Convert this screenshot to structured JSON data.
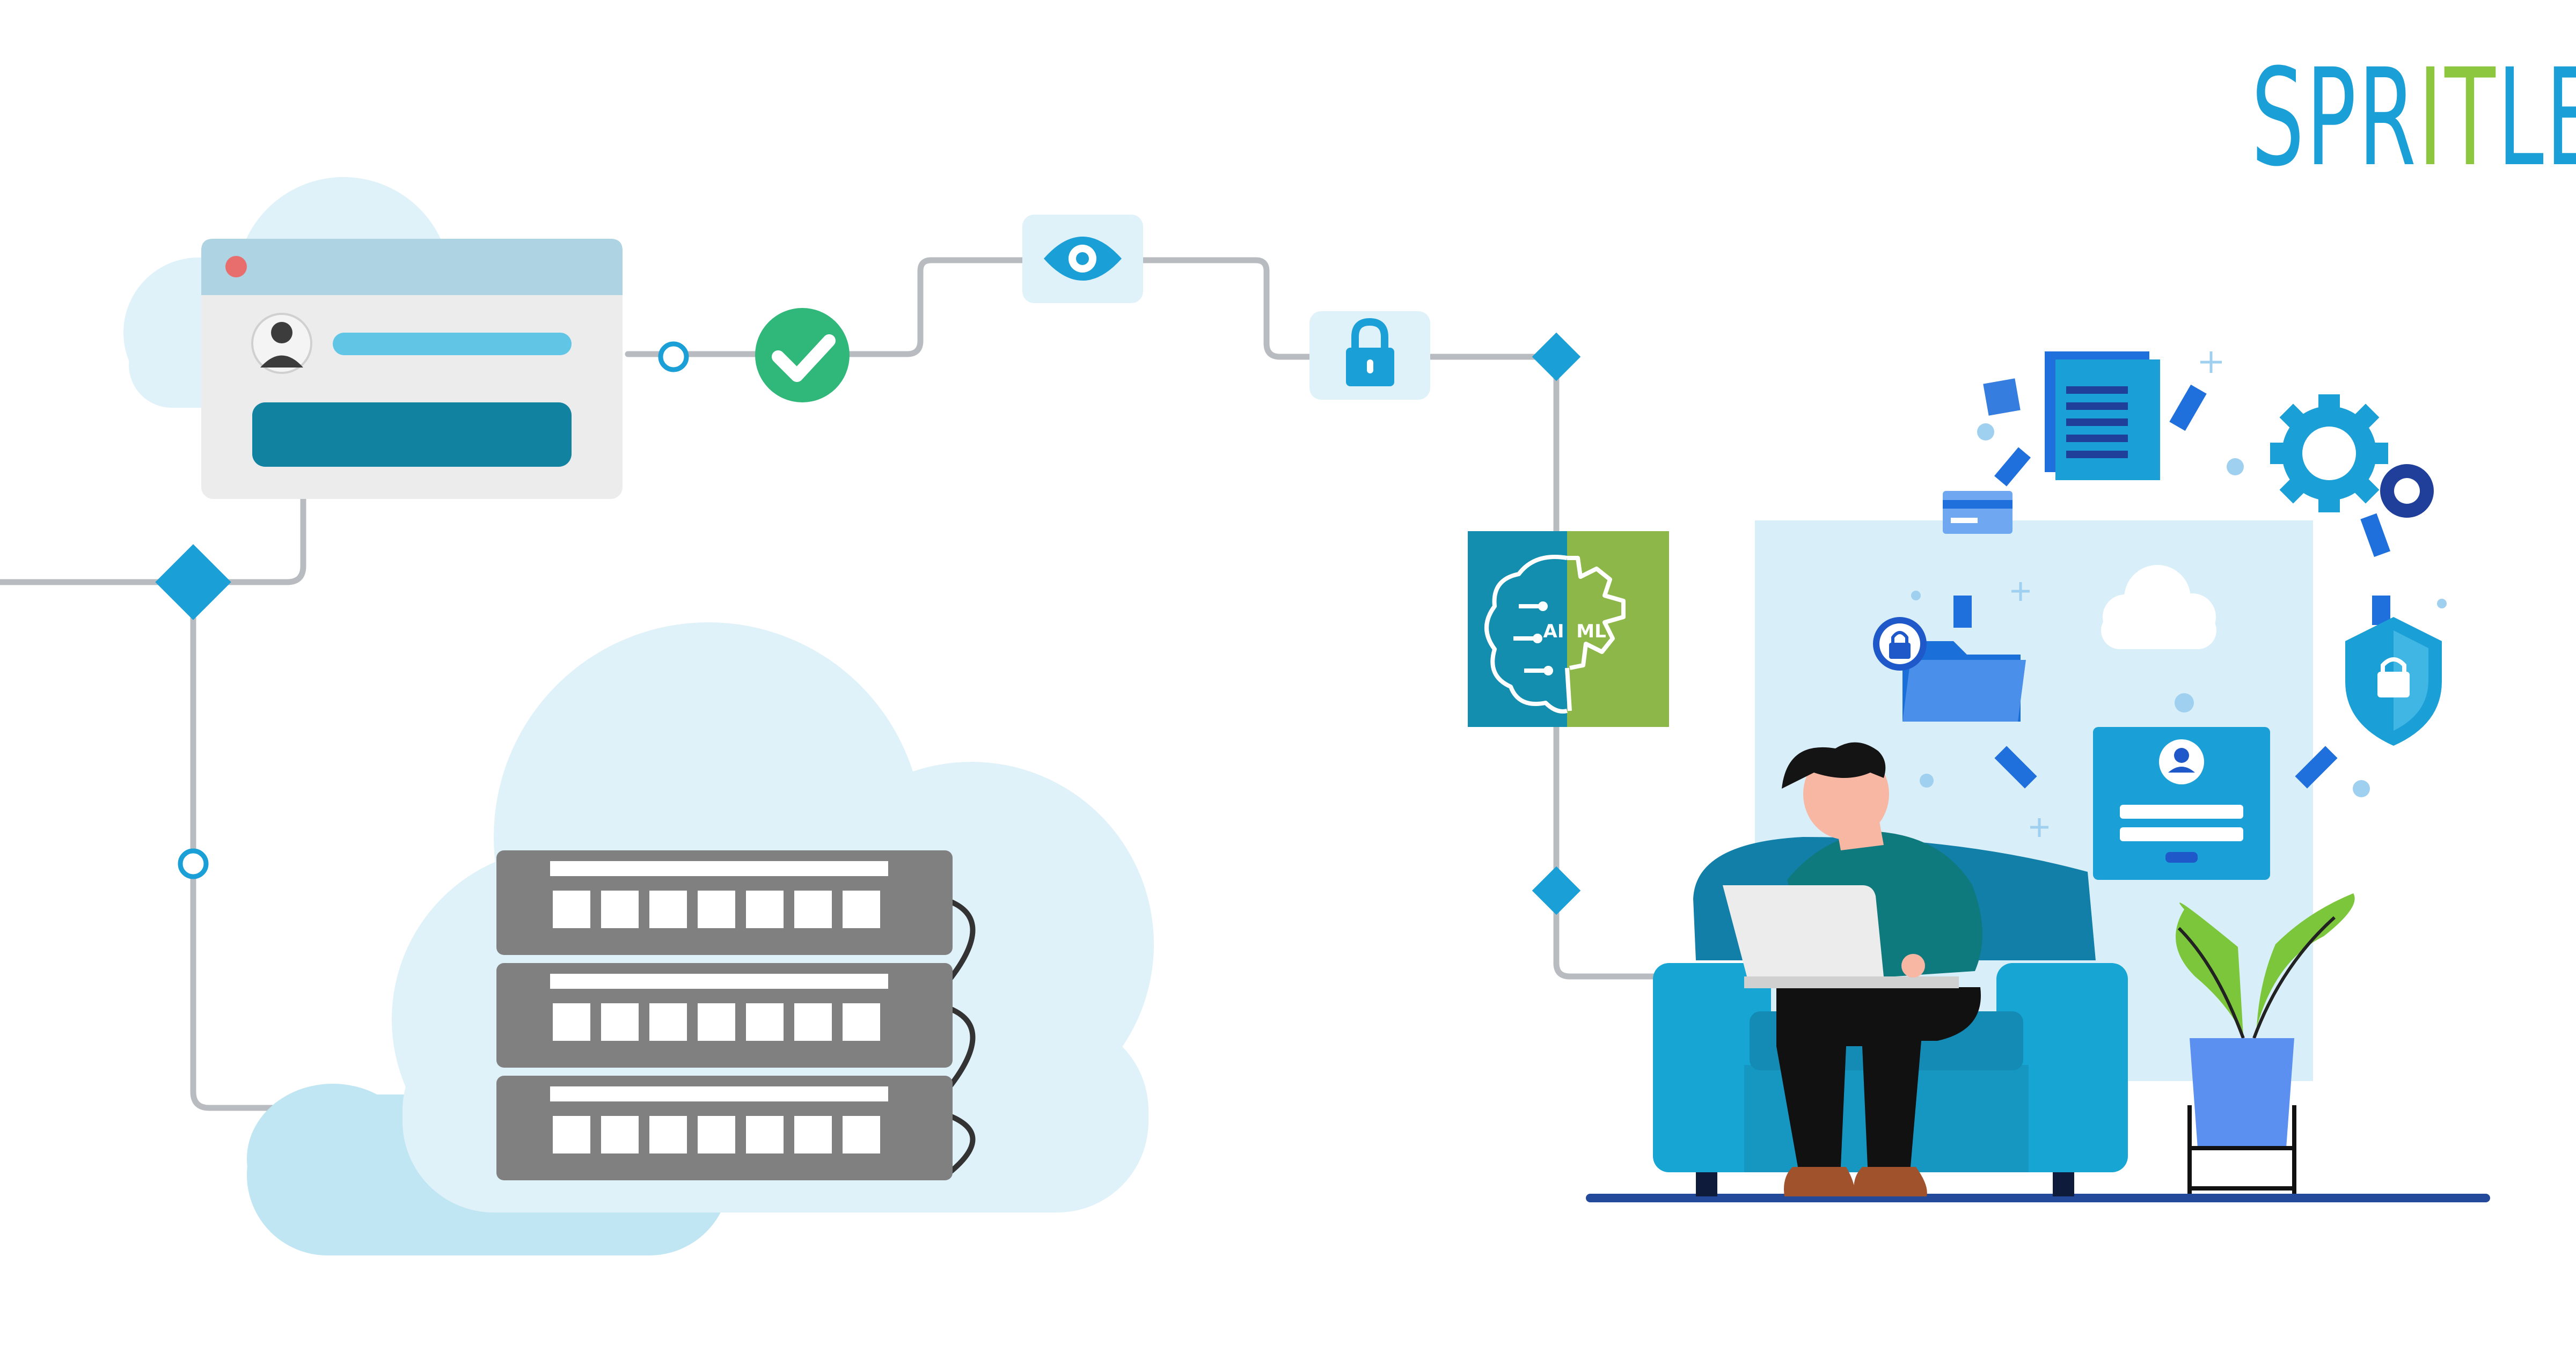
{
  "brand": {
    "logo_parts": [
      "SPR",
      "IT",
      "LE"
    ],
    "logo_colors": {
      "primary": "#1a9fd6",
      "accent": "#8dc63f"
    }
  },
  "ai_ml_tile": {
    "left_label": "AI",
    "right_label": "ML"
  },
  "colors": {
    "line": "#b8bcc0",
    "node": "#1a9fd6",
    "check": "#2fb87a",
    "tile_bg": "#dff1f9",
    "cloud": "#dff1f9",
    "server": "#808080",
    "sofa": "#17a5d4",
    "panel": "#d8eef9",
    "floor": "#23499a"
  },
  "icons": [
    "browser-window-icon",
    "avatar-icon",
    "check-circle-icon",
    "eye-icon",
    "lock-icon",
    "server-rack-icon",
    "cloud-icon",
    "ai-ml-brain-gear-icon",
    "document-icon",
    "gear-icon",
    "credit-card-icon",
    "folder-lock-icon",
    "shield-lock-icon",
    "login-card-icon",
    "plant-icon",
    "person-laptop-icon"
  ]
}
